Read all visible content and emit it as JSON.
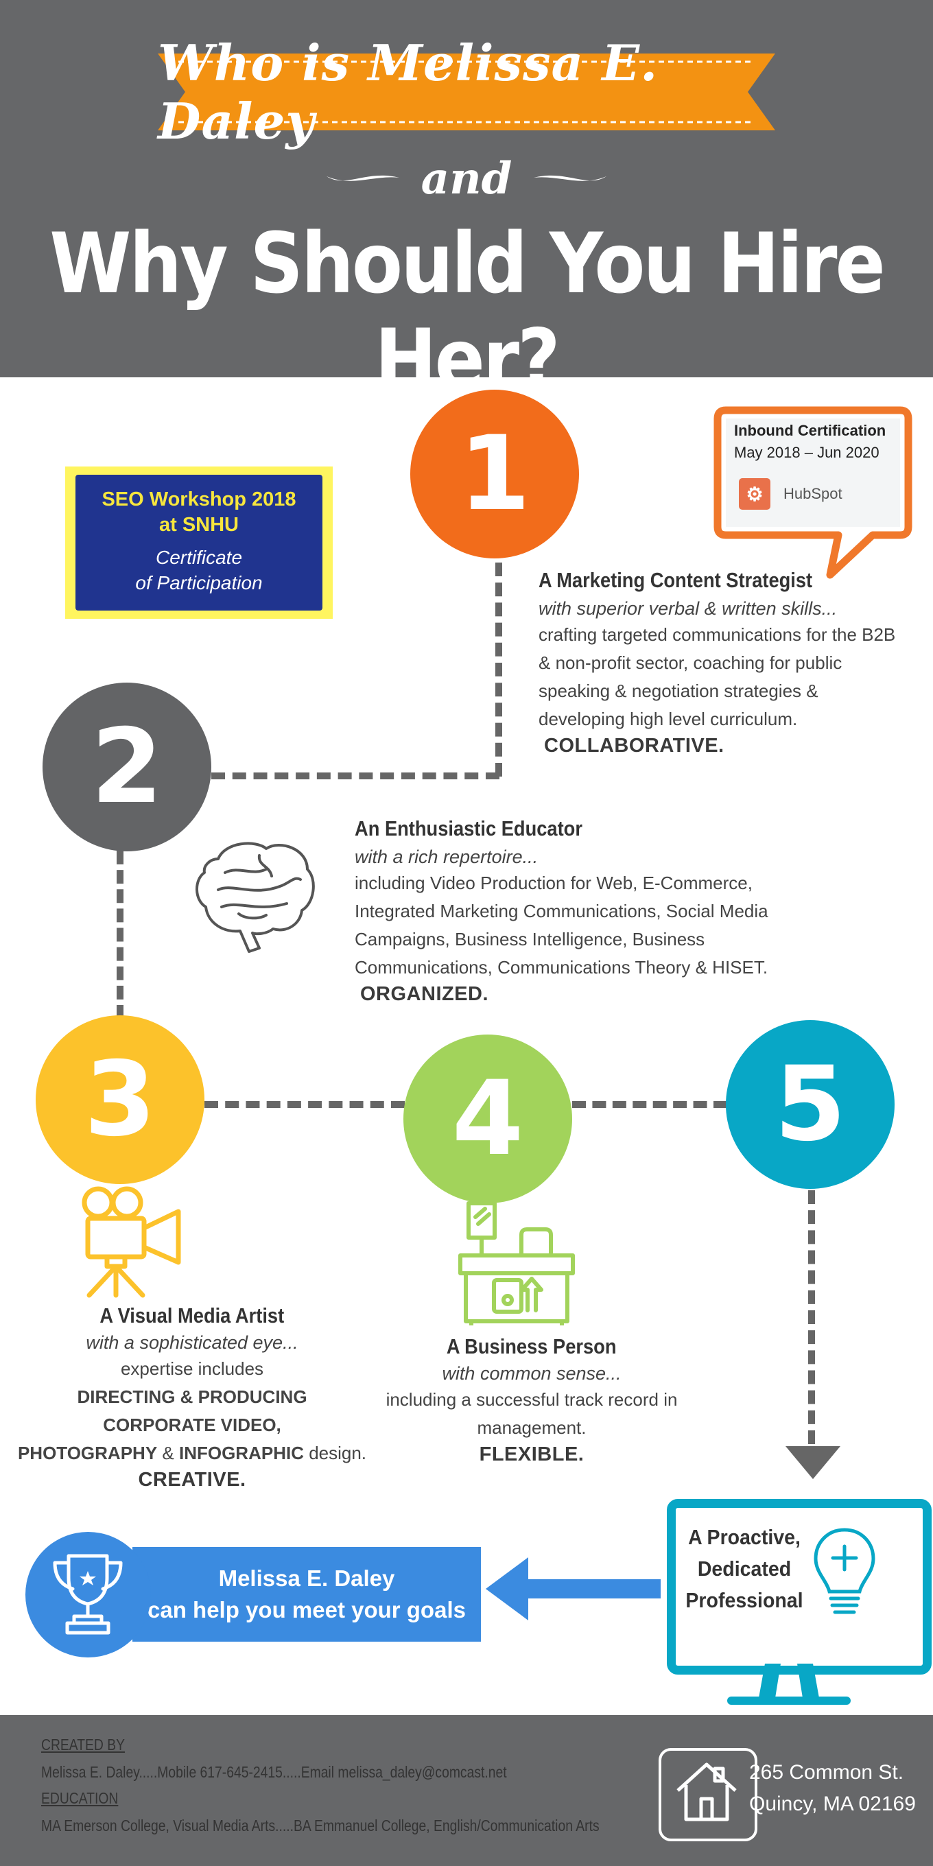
{
  "header": {
    "banner_text": "Who is Melissa E. Daley",
    "and_text": "and",
    "headline": "Why Should You Hire Her?"
  },
  "steps": [
    {
      "number": "1",
      "color": "#f26c1b"
    },
    {
      "number": "2",
      "color": "#636466"
    },
    {
      "number": "3",
      "color": "#fcc22b"
    },
    {
      "number": "4",
      "color": "#a2d35b"
    },
    {
      "number": "5",
      "color": "#08a7c6"
    }
  ],
  "seo_cert": {
    "title_line1": "SEO Workshop 2018",
    "title_line2": "at SNHU",
    "sub_line1": "Certificate",
    "sub_line2": "of Participation"
  },
  "inbound_cert": {
    "title": "Inbound Certification",
    "dates": "May 2018 – Jun 2020",
    "issuer": "HubSpot"
  },
  "section1": {
    "title": "A Marketing Content Strategist",
    "tagline": "with superior verbal & written skills...",
    "body_lines": [
      "crafting targeted communications for the B2B",
      "& non-profit sector, coaching for public",
      "speaking & negotiation strategies &",
      "developing high level curriculum."
    ],
    "keyword": "COLLABORATIVE."
  },
  "section2": {
    "title": "An Enthusiastic Educator",
    "tagline": "with a rich repertoire...",
    "body_lines": [
      "including Video Production for Web, E-Commerce,",
      "Integrated Marketing Communications, Social Media",
      "Campaigns, Business Intelligence, Business",
      "Communications, Communications Theory & HISET."
    ],
    "keyword": "ORGANIZED."
  },
  "section3": {
    "title": "A Visual Media Artist",
    "tagline": "with a sophisticated eye...",
    "line1": "expertise includes",
    "line2": "DIRECTING & PRODUCING",
    "line3": "CORPORATE VIDEO,",
    "line4_bold1": "PHOTOGRAPHY",
    "line4_amp": " & ",
    "line4_bold2": "INFOGRAPHIC",
    "line4_tail": " design.",
    "keyword": "CREATIVE."
  },
  "section4": {
    "title": "A Business Person",
    "tagline": "with common sense...",
    "body_lines": [
      "including a successful track record in",
      "management."
    ],
    "keyword": "FLEXIBLE."
  },
  "section5": {
    "lines": [
      "A Proactive,",
      "Dedicated",
      "Professional"
    ]
  },
  "goal": {
    "line1": "Melissa E. Daley",
    "line2": "can help you meet your goals"
  },
  "footer": {
    "created_label": "CREATED BY",
    "created_text": "Melissa E. Daley.....Mobile 617-645-2415.....Email melissa_daley@comcast.net",
    "education_label": "EDUCATION",
    "education_text": "MA Emerson College, Visual Media Arts.....BA Emmanuel College, English/Communication Arts",
    "address_line1": "265 Common St.",
    "address_line2": "Quincy, MA 02169"
  }
}
